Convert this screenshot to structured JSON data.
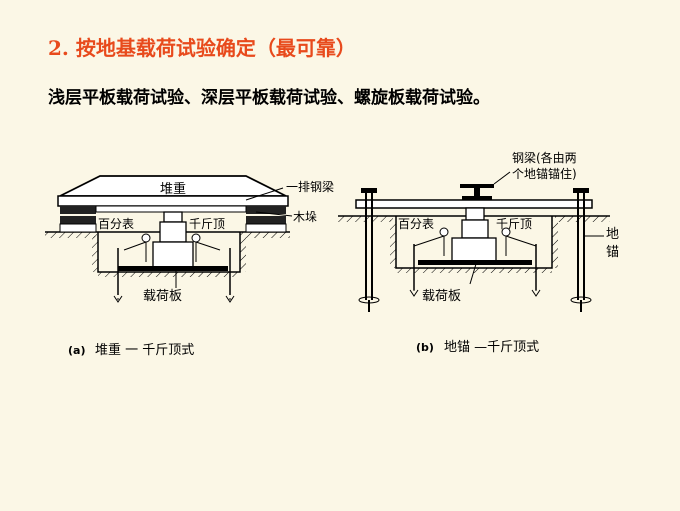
{
  "heading": "2. 按地基载荷试验确定（最可靠）",
  "subheading": "浅层平板载荷试验、深层平板载荷试验、螺旋板载荷试验。",
  "figure_a": {
    "label_weight": "堆重",
    "label_beam": "一排钢梁",
    "label_crib": "木垛",
    "label_dial": "百分表",
    "label_jack": "千斤顶",
    "label_plate": "载荷板",
    "caption_letter": "(a)",
    "caption_text": "堆重 一 千斤顶式"
  },
  "figure_b": {
    "label_beam_line1": "钢梁(各由两",
    "label_beam_line2": "个地锚锚住)",
    "label_dial": "百分表",
    "label_jack": "千斤顶",
    "label_anchor_1": "地",
    "label_anchor_2": "锚",
    "label_plate": "载荷板",
    "caption_letter": "(b)",
    "caption_text": "地锚 —千斤顶式"
  }
}
